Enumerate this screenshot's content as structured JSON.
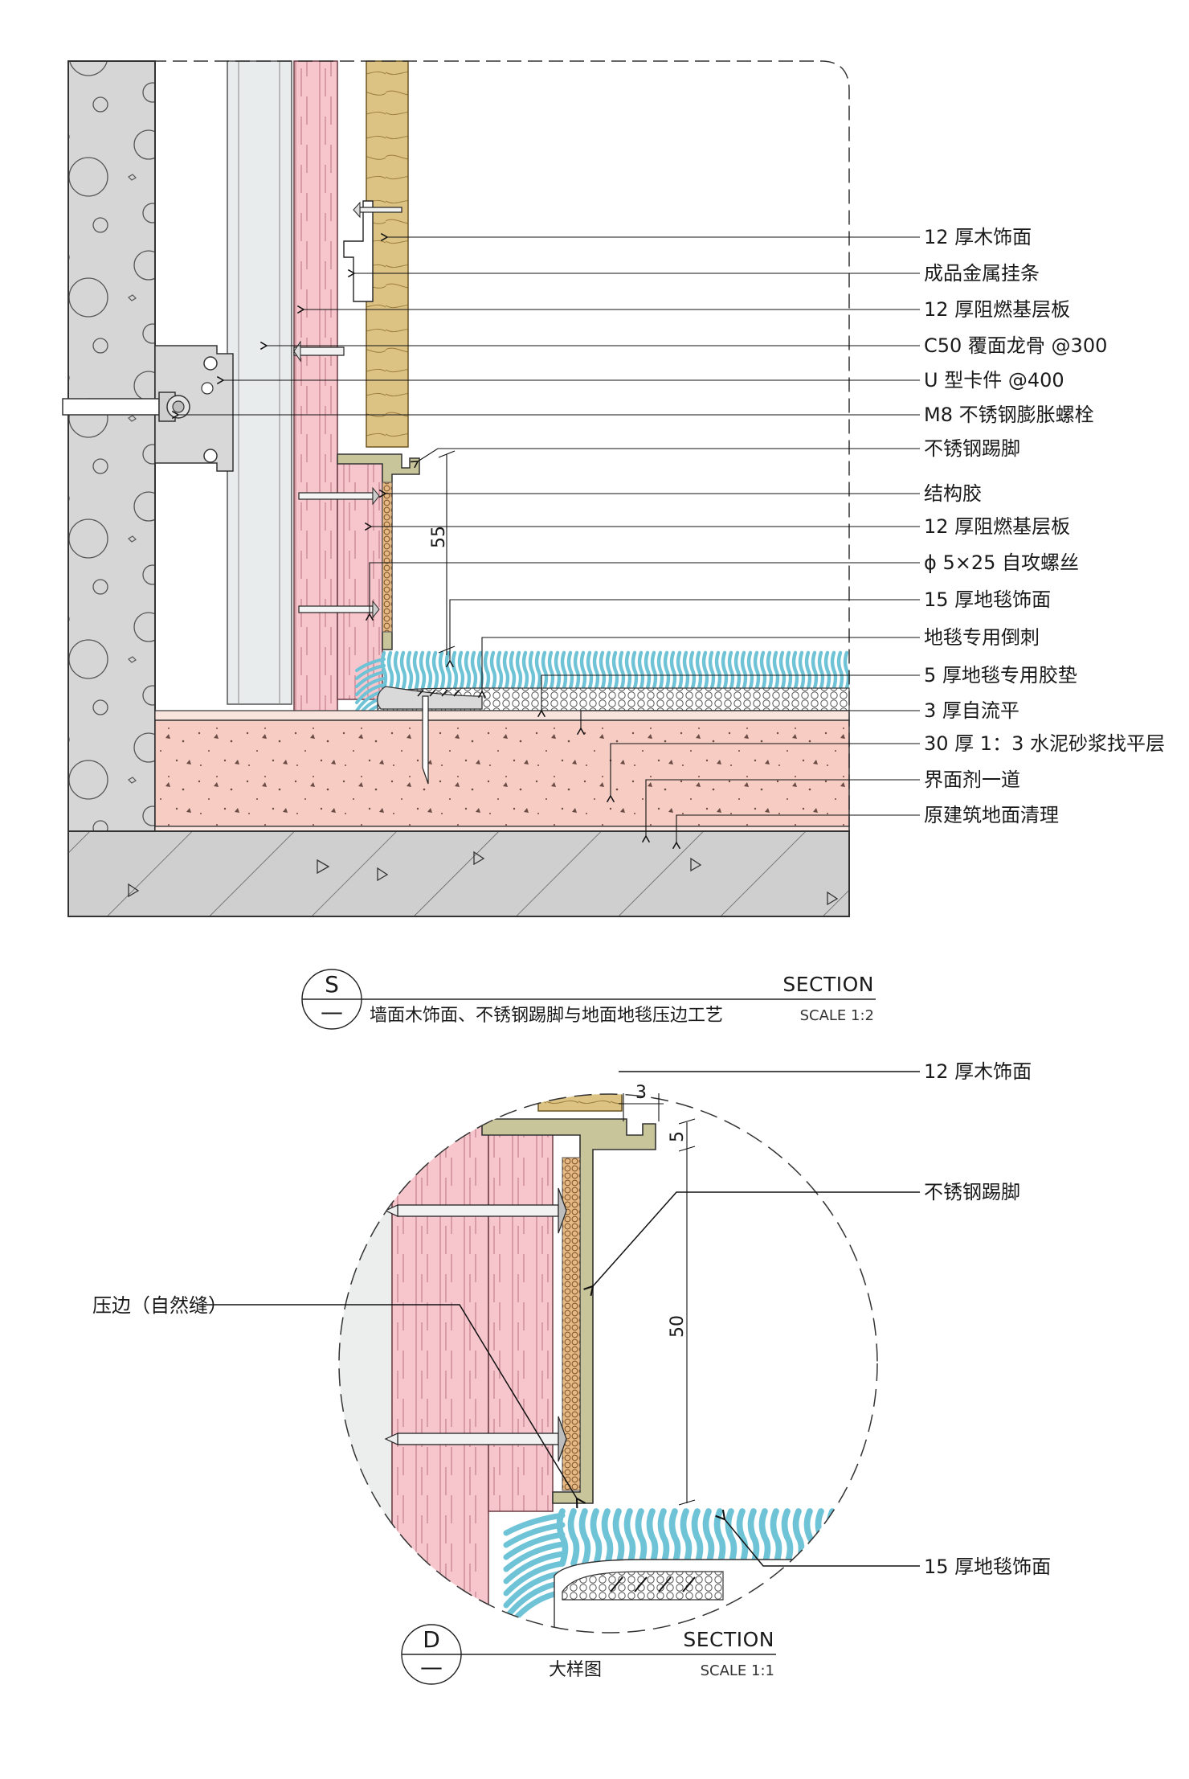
{
  "section_s": {
    "tag_letter": "S",
    "tag_sub": "—",
    "title": "墙面木饰面、不锈钢踢脚与地面地毯压边工艺",
    "section_label": "SECTION",
    "scale_label": "SCALE 1:2",
    "dimension": "55",
    "labels": [
      "12 厚木饰面",
      "成品金属挂条",
      "12 厚阻燃基层板",
      "C50 覆面龙骨 @300",
      "U 型卡件 @400",
      "M8 不锈钢膨胀螺栓",
      "不锈钢踢脚",
      "结构胶",
      "12 厚阻燃基层板",
      "ϕ 5×25 自攻螺丝",
      "15 厚地毯饰面",
      "地毯专用倒刺",
      "5 厚地毯专用胶垫",
      "3 厚自流平",
      "30 厚 1：3 水泥砂浆找平层",
      "界面剂一道",
      "原建筑地面清理"
    ]
  },
  "section_d": {
    "tag_letter": "D",
    "tag_sub": "—",
    "title": "大样图",
    "section_label": "SECTION",
    "scale_label": "SCALE 1:1",
    "dimensions": [
      "3",
      "5",
      "50"
    ],
    "label_wood": "12 厚木饰面",
    "label_skirting": "不锈钢踢脚",
    "label_carpet": "15 厚地毯饰面",
    "label_edge": "压边（自然缝）"
  },
  "colors": {
    "concrete": "#d6d6d6",
    "board": "#f7c6cc",
    "wood": "#dcc283",
    "steel": "#c9c59a",
    "screed": "#f6ccc3",
    "carpet": "#6fc3d6",
    "glue": "#e7b985",
    "structural_floor": "#cfcfcf"
  }
}
